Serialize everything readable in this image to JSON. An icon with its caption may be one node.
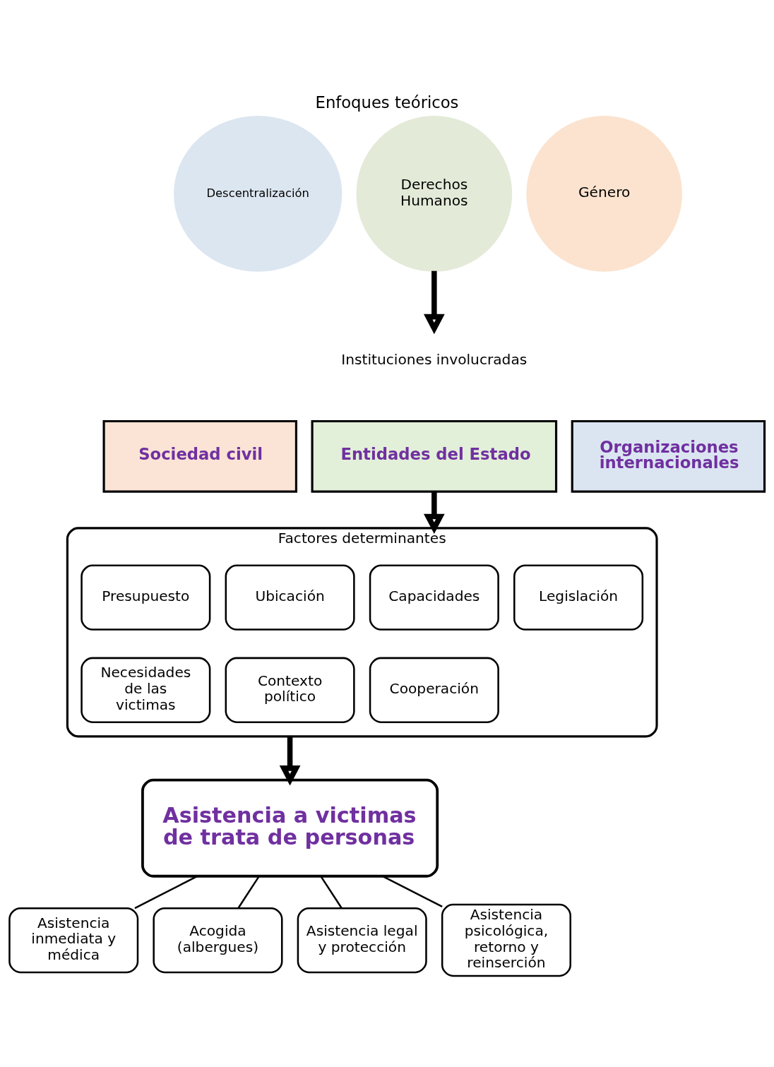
{
  "diagram": {
    "title": "Enfoques teóricos",
    "nodes": [
      {
        "text": [
          "Descentralización"
        ]
      },
      {
        "text": [
          "Derechos Humanos"
        ]
      },
      {
        "text": [
          "Género"
        ]
      },
      {
        "text": [
          "Instituciones involucradas"
        ]
      },
      {
        "text": [
          "Sociedad civil"
        ]
      },
      {
        "text": [
          "Entidades del Estado"
        ]
      },
      {
        "text": [
          "Organizaciones internacionales"
        ]
      },
      {
        "text": [
          "Factores determinantes"
        ]
      },
      {
        "text": [
          "Presupuesto"
        ],
        "in": 7
      },
      {
        "text": [
          "Ubicación"
        ],
        "in": 7
      },
      {
        "text": [
          "Capacidades"
        ],
        "in": 7
      },
      {
        "text": [
          "Legislación"
        ],
        "in": 7
      },
      {
        "text": [
          "Necesidades de las victimas"
        ],
        "in": 7
      },
      {
        "text": [
          "Contexto político"
        ],
        "in": 7
      },
      {
        "text": [
          "Cooperación"
        ],
        "in": 7
      },
      {
        "text": [
          "Asistencia a victimas de trata de personas"
        ]
      },
      {
        "text": [
          "Asistencia inmediata y médica"
        ]
      },
      {
        "text": [
          "Acogida (albergues)"
        ]
      },
      {
        "text": [
          "Asistencia legal y protección"
        ]
      },
      {
        "text": [
          "Asistencia psicológica, retorno y reinserción"
        ]
      }
    ],
    "edges": [
      {
        "from": 1,
        "to": 3,
        "arrow": "to",
        "style": "thick"
      },
      {
        "from": 5,
        "to": 7,
        "arrow": "to",
        "style": "thick"
      },
      {
        "from": 7,
        "to": 15,
        "arrow": "to",
        "style": "thick"
      },
      {
        "from": 15,
        "to": 16,
        "arrow": "none"
      },
      {
        "from": 15,
        "to": 17,
        "arrow": "none"
      },
      {
        "from": 15,
        "to": 18,
        "arrow": "none"
      },
      {
        "from": 15,
        "to": 19,
        "arrow": "none"
      }
    ]
  }
}
